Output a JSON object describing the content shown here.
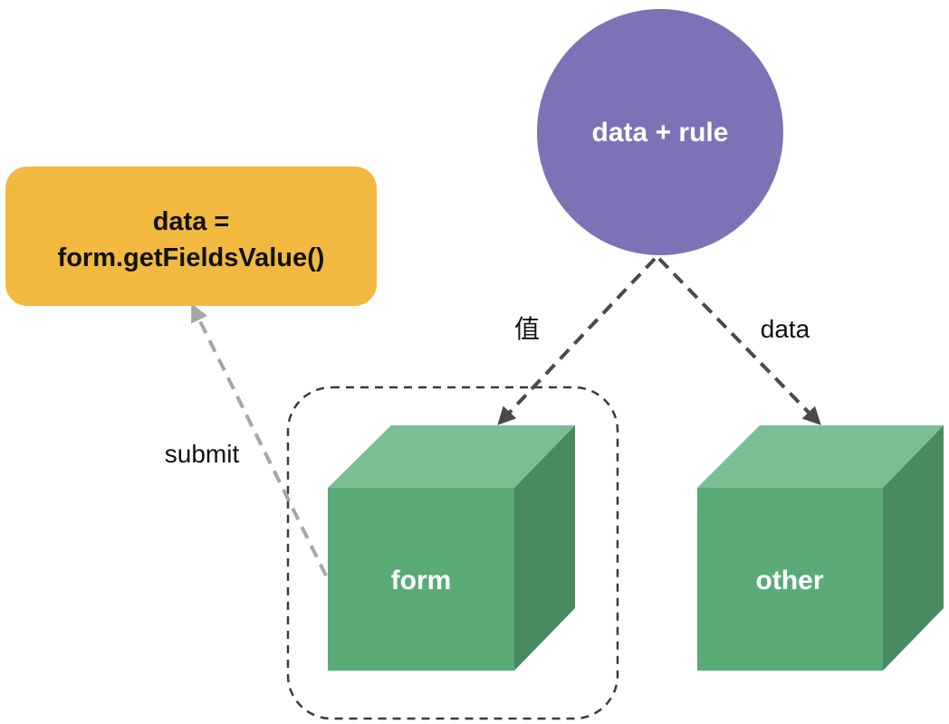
{
  "nodes": {
    "source": {
      "label": "data + rule",
      "color": "#7d72b6"
    },
    "result": {
      "line1": "data =",
      "line2": "form.getFieldsValue()",
      "color": "#f1b940"
    },
    "form": {
      "label": "form",
      "front_color": "#5bab78",
      "top_color": "#7cbe94",
      "side_color": "#4a8a61"
    },
    "other": {
      "label": "other",
      "front_color": "#5bab78",
      "top_color": "#7cbe94",
      "side_color": "#4a8a61"
    }
  },
  "edges": {
    "source_to_form": {
      "label": "值",
      "color": "#4a4a4a"
    },
    "source_to_other": {
      "label": "data",
      "color": "#4a4a4a"
    },
    "form_to_result": {
      "label": "submit",
      "color": "#a6a6a6"
    }
  }
}
